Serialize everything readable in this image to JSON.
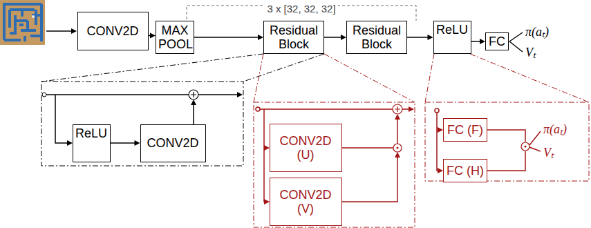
{
  "diagram": {
    "nodes": [
      {
        "text": [
          "CONV2D"
        ]
      },
      {
        "text": [
          "MAX POOL"
        ]
      },
      {
        "text": [
          "Residual Block"
        ]
      },
      {
        "text": [
          "Residual Block"
        ]
      },
      {
        "text": [
          "ReLU"
        ]
      },
      {
        "text": [
          "FC"
        ]
      },
      {
        "text": [
          "ReLU"
        ]
      },
      {
        "text": [
          "CONV2D"
        ]
      },
      {
        "text": [
          "CONV2D (U)"
        ]
      },
      {
        "text": [
          "CONV2D (V)"
        ]
      },
      {
        "text": [
          "FC (F)"
        ]
      },
      {
        "text": [
          "FC (H)"
        ]
      }
    ],
    "edges": [
      {
        "from": 0,
        "to": 1,
        "arrow": "to"
      },
      {
        "from": 1,
        "to": 2,
        "arrow": "to"
      },
      {
        "from": 2,
        "to": 3,
        "arrow": "to"
      },
      {
        "from": 3,
        "to": 4,
        "arrow": "to"
      },
      {
        "from": 4,
        "to": 5,
        "arrow": "to"
      },
      {
        "from": 6,
        "to": 7,
        "arrow": "to"
      }
    ],
    "labels": [
      "3 x [32, 32, 32]",
      "π(aₜ)",
      "Vₜ",
      "π(aₜ)",
      "Vₜ"
    ]
  }
}
